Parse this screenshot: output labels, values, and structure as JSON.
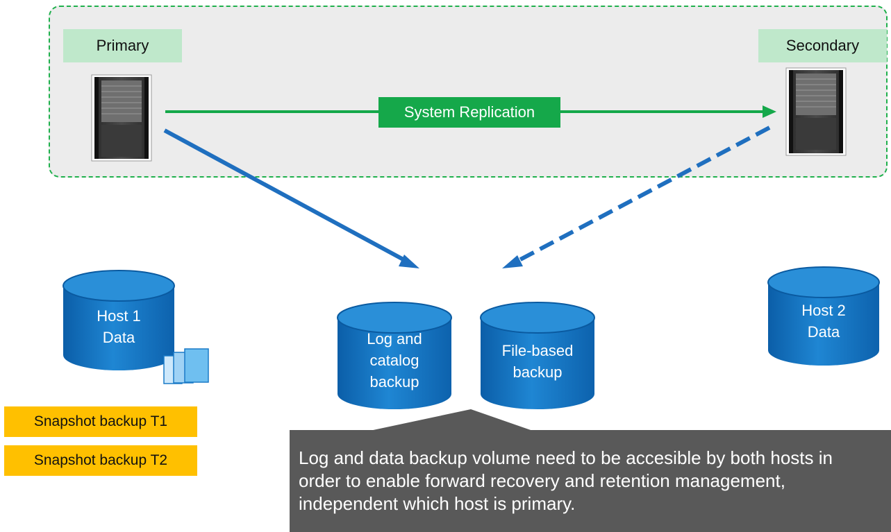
{
  "labels": {
    "primary": "Primary",
    "secondary": "Secondary",
    "system_replication": "System Replication"
  },
  "cylinders": {
    "host1": "Host 1\nData",
    "log_catalog": "Log and\ncatalog\nbackup",
    "file_based": "File-based\nbackup",
    "host2": "Host 2\nData"
  },
  "snapshots": {
    "t1": "Snapshot backup T1",
    "t2": "Snapshot backup T2"
  },
  "callout": {
    "text": "Log and data backup volume need to be accesible by both hosts in order to enable forward recovery and retention management, independent which host is primary."
  },
  "colors": {
    "replication_green": "#15a84a",
    "zone_border": "#1fb04c",
    "cylinder_blue": "#1a7ac7",
    "arrow_blue": "#1f6fbf",
    "snapshot_orange": "#ffc000",
    "callout_gray": "#595959"
  },
  "icons": {
    "primary_server": "server-rack-icon",
    "secondary_server": "server-rack-icon",
    "snapshot_stack": "document-stack-icon"
  }
}
